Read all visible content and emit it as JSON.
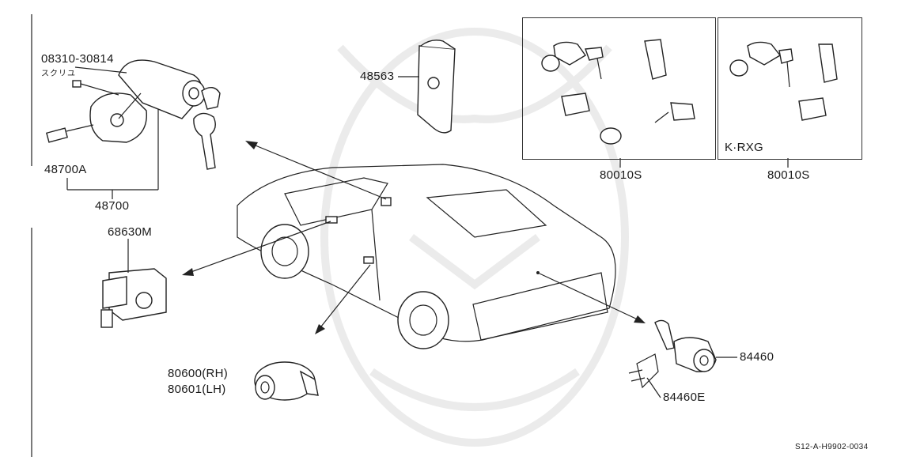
{
  "diagram": {
    "labels": {
      "screw_part": "08310-30814",
      "screw_note": "スクリユ",
      "ignition_sub": "48700A",
      "ignition_set": "48700",
      "holder": "48563",
      "glove_lock": "68630M",
      "door_rh": "80600(RH)",
      "door_lh": "80601(LH)",
      "trunk_cyl": "84460",
      "trunk_clip": "84460E",
      "set_a": "80010S",
      "set_b": "80010S",
      "set_b_grade": "K·RXG",
      "diagram_code": "S12-A-H9902-0034"
    }
  }
}
